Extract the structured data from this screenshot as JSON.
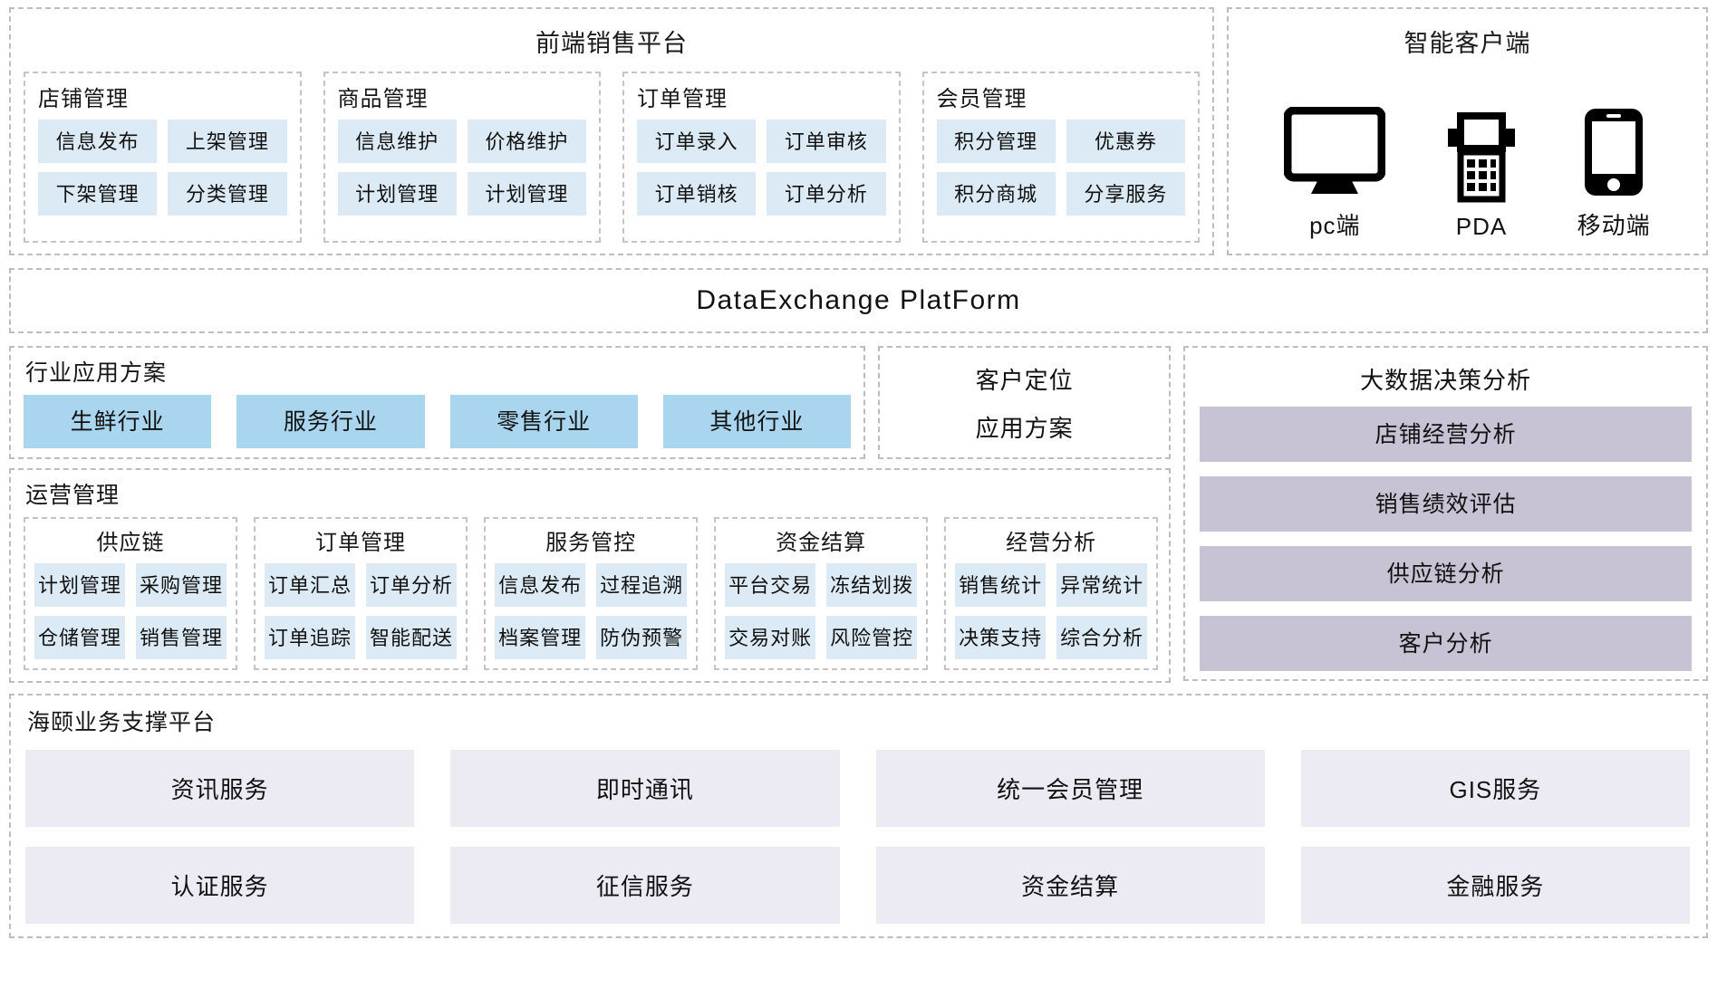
{
  "front_platform": {
    "title": "前端销售平台",
    "columns": [
      {
        "title": "店铺管理",
        "items": [
          "信息发布",
          "上架管理",
          "下架管理",
          "分类管理"
        ]
      },
      {
        "title": "商品管理",
        "items": [
          "信息维护",
          "价格维护",
          "计划管理",
          "计划管理"
        ]
      },
      {
        "title": "订单管理",
        "items": [
          "订单录入",
          "订单审核",
          "订单销核",
          "订单分析"
        ]
      },
      {
        "title": "会员管理",
        "items": [
          "积分管理",
          "优惠券",
          "积分商城",
          "分享服务"
        ]
      }
    ]
  },
  "smart_client": {
    "title": "智能客户端",
    "devices": [
      {
        "icon": "monitor-icon",
        "label": "pc端"
      },
      {
        "icon": "pda-icon",
        "label": "PDA"
      },
      {
        "icon": "smartphone-icon",
        "label": "移动端"
      }
    ]
  },
  "data_exchange": {
    "title": "DataExchange  PlatForm"
  },
  "industry": {
    "title": "行业应用方案",
    "items": [
      "生鲜行业",
      "服务行业",
      "零售行业",
      "其他行业"
    ]
  },
  "customer_positioning": {
    "line1": "客户定位",
    "line2": "应用方案"
  },
  "operations": {
    "title": "运营管理",
    "columns": [
      {
        "title": "供应链",
        "items": [
          "计划管理",
          "采购管理",
          "仓储管理",
          "销售管理"
        ]
      },
      {
        "title": "订单管理",
        "items": [
          "订单汇总",
          "订单分析",
          "订单追踪",
          "智能配送"
        ]
      },
      {
        "title": "服务管控",
        "items": [
          "信息发布",
          "过程追溯",
          "档案管理",
          "防伪预警"
        ]
      },
      {
        "title": "资金结算",
        "items": [
          "平台交易",
          "冻结划拨",
          "交易对账",
          "风险管控"
        ]
      },
      {
        "title": "经营分析",
        "items": [
          "销售统计",
          "异常统计",
          "决策支持",
          "综合分析"
        ]
      }
    ]
  },
  "bigdata": {
    "title": "大数据决策分析",
    "items": [
      "店铺经营分析",
      "销售绩效评估",
      "供应链分析",
      "客户分析"
    ]
  },
  "support_platform": {
    "title": "海颐业务支撑平台",
    "items": [
      "资讯服务",
      "即时通讯",
      "统一会员管理",
      "GIS服务",
      "认证服务",
      "征信服务",
      "资金结算",
      "金融服务"
    ]
  },
  "colors": {
    "tile_blue": "#dbeaf4",
    "industry_blue": "#a9d5ef",
    "bigdata_purple": "#c7c2d4",
    "support_lavender": "#eceaf2",
    "dashed_border": "#bdbdbd"
  }
}
